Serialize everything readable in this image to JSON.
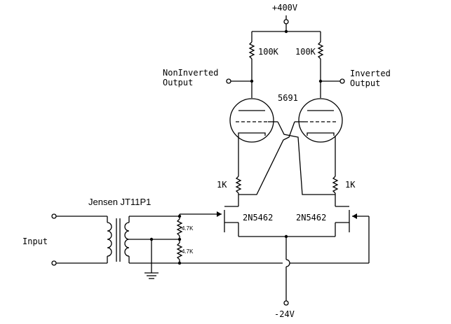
{
  "supply": {
    "positive": "+400V",
    "negative": "-24V"
  },
  "plate_resistors": {
    "left": "100K",
    "right": "100K"
  },
  "outputs": {
    "noninverted_line1": "NonInverted",
    "noninverted_line2": "Output",
    "inverted_line1": "Inverted",
    "inverted_line2": "Output"
  },
  "tube": {
    "label": "5691"
  },
  "cathode_resistors": {
    "left": "1K",
    "right": "1K"
  },
  "fets": {
    "left": "2N5462",
    "right": "2N5462"
  },
  "transformer": {
    "label": "Jensen JT11P1"
  },
  "input": {
    "label": "Input"
  },
  "divider_resistors": {
    "upper": "4.7K",
    "lower": "4.7K"
  }
}
